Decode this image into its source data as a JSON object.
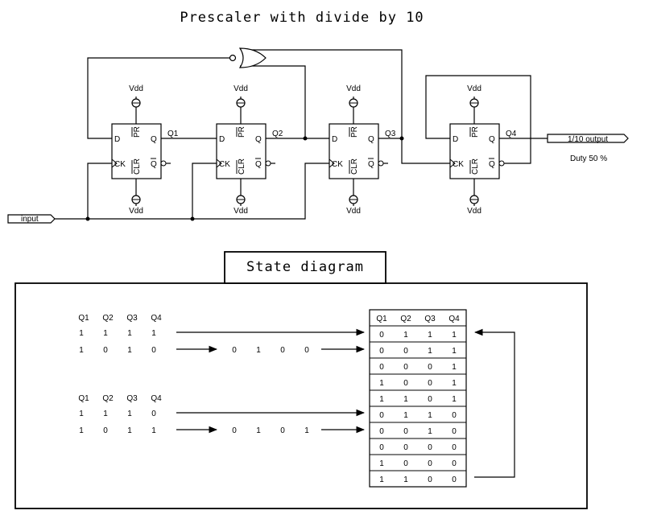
{
  "title": "Prescaler with divide by 10",
  "colors": {
    "line": "#000000",
    "background": "#ffffff"
  },
  "circuit": {
    "input_label": "input",
    "output_label": "1/10 output",
    "duty_label": "Duty 50 %",
    "vdd": "Vdd",
    "ff_pins": {
      "d": "D",
      "ck": "CK",
      "q": "Q",
      "qbar": "Q",
      "pr": "PR",
      "clr": "CLR"
    },
    "outputs": [
      "Q1",
      "Q2",
      "Q3",
      "Q4"
    ]
  },
  "state_diagram": {
    "title": "State diagram",
    "group1": {
      "header": [
        "Q1",
        "Q2",
        "Q3",
        "Q4"
      ],
      "row1": [
        "1",
        "1",
        "1",
        "1"
      ],
      "row2": [
        "1",
        "0",
        "1",
        "0"
      ],
      "row2_next": [
        "0",
        "1",
        "0",
        "0"
      ]
    },
    "group2": {
      "header": [
        "Q1",
        "Q2",
        "Q3",
        "Q4"
      ],
      "row1": [
        "1",
        "1",
        "1",
        "0"
      ],
      "row2": [
        "1",
        "0",
        "1",
        "1"
      ],
      "row2_next": [
        "0",
        "1",
        "0",
        "1"
      ]
    },
    "table": {
      "header": [
        "Q1",
        "Q2",
        "Q3",
        "Q4"
      ],
      "rows": [
        [
          "0",
          "1",
          "1",
          "1"
        ],
        [
          "0",
          "0",
          "1",
          "1"
        ],
        [
          "0",
          "0",
          "0",
          "1"
        ],
        [
          "1",
          "0",
          "0",
          "1"
        ],
        [
          "1",
          "1",
          "0",
          "1"
        ],
        [
          "0",
          "1",
          "1",
          "0"
        ],
        [
          "0",
          "0",
          "1",
          "0"
        ],
        [
          "0",
          "0",
          "0",
          "0"
        ],
        [
          "1",
          "0",
          "0",
          "0"
        ],
        [
          "1",
          "1",
          "0",
          "0"
        ]
      ]
    }
  }
}
